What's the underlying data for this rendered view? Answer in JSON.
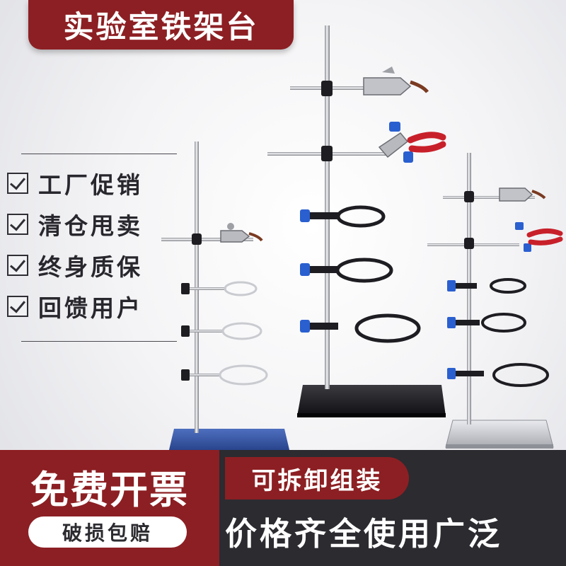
{
  "title": "实验室铁架台",
  "features": [
    {
      "label": "工厂促销",
      "icon": "checkbox-icon"
    },
    {
      "label": "清仓甩卖",
      "icon": "checkbox-icon"
    },
    {
      "label": "终身质保",
      "icon": "checkbox-icon"
    },
    {
      "label": "回馈用户",
      "icon": "checkbox-icon"
    }
  ],
  "bottom": {
    "invoice": "免费开票",
    "damage_compensation": "破损包赔",
    "detachable": "可拆卸组装",
    "slogan": "价格齐全使用广泛"
  },
  "colors": {
    "brand_red": "#8c1f23",
    "dark_bar": "#2b2b30",
    "clamp_blue": "#2a5fd0",
    "clamp_red": "#c8202a",
    "base_blue": "#2f4f9a",
    "base_black": "#1c1c20",
    "base_silver": "#cfd1d6"
  },
  "product": {
    "stands": [
      {
        "name": "small-stand",
        "base_color": "blue"
      },
      {
        "name": "large-stand",
        "base_color": "black"
      },
      {
        "name": "medium-stand",
        "base_color": "silver"
      }
    ]
  }
}
